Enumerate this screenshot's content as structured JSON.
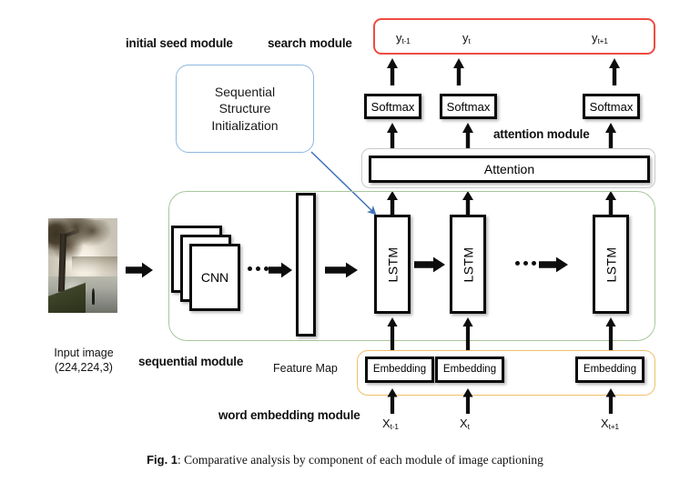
{
  "figure": {
    "caption_prefix": "Fig. 1",
    "caption_text": ": Comparative analysis by component of each module of image captioning"
  },
  "modules": {
    "initial_seed": "initial seed module",
    "search": "search module",
    "attention": "attention module",
    "sequential": "sequential module",
    "word_embedding": "word embedding module"
  },
  "seed_module": {
    "lines": [
      "Sequential",
      "Structure",
      "Initialization"
    ]
  },
  "search_module": {
    "outputs": [
      "y",
      "y",
      "y"
    ],
    "subscripts": [
      "t-1",
      "t",
      "t+1"
    ]
  },
  "softmax": {
    "labels": [
      "Softmax",
      "Softmax",
      "Softmax"
    ]
  },
  "attention_module": {
    "block_label": "Attention"
  },
  "sequential_module": {
    "cnn_label": "CNN",
    "feature_map_label": "Feature Map",
    "lstm_labels": [
      "LSTM",
      "LSTM",
      "LSTM"
    ]
  },
  "word_embedding_module": {
    "embedding_labels": [
      "Embedding",
      "Embedding",
      "Embedding"
    ],
    "inputs": [
      "X",
      "X",
      "X"
    ],
    "subscripts": [
      "t-1",
      "t",
      "t+1"
    ]
  },
  "input": {
    "title": "Input image",
    "shape": "(224,224,3)"
  },
  "colors": {
    "search_border": "#ef4b41",
    "seed_border": "#8fb8e0",
    "attention_border": "#c9c9c9",
    "sequential_border": "#a8c79a",
    "word_embedding_border": "#f0c06a",
    "box_border": "#0a0a0a"
  }
}
